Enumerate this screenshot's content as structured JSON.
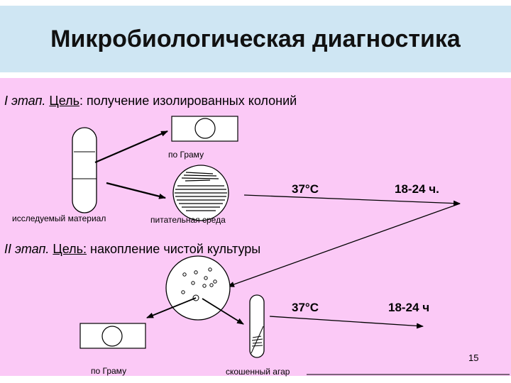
{
  "slide": {
    "title": "Микробиологическая диагностика",
    "page_number": "15"
  },
  "stage1": {
    "number": "I этап.",
    "goal_label": "Цель",
    "goal_text": ": получение изолированных колоний",
    "label_gram": "по Граму",
    "label_material": "исследуемый материал",
    "label_medium": "питательная среда",
    "temperature": "37°С",
    "time": "18-24 ч."
  },
  "stage2": {
    "number": "II этап.",
    "goal_label": "Цель:",
    "goal_text": " накопление чистой культуры",
    "temperature": "37°С",
    "time": "18-24 ч",
    "label_gram": "по Граму",
    "label_slant": "скошенный агар"
  },
  "colors": {
    "title_band": "#cfe6f3",
    "content_background": "#fbc9f6"
  }
}
